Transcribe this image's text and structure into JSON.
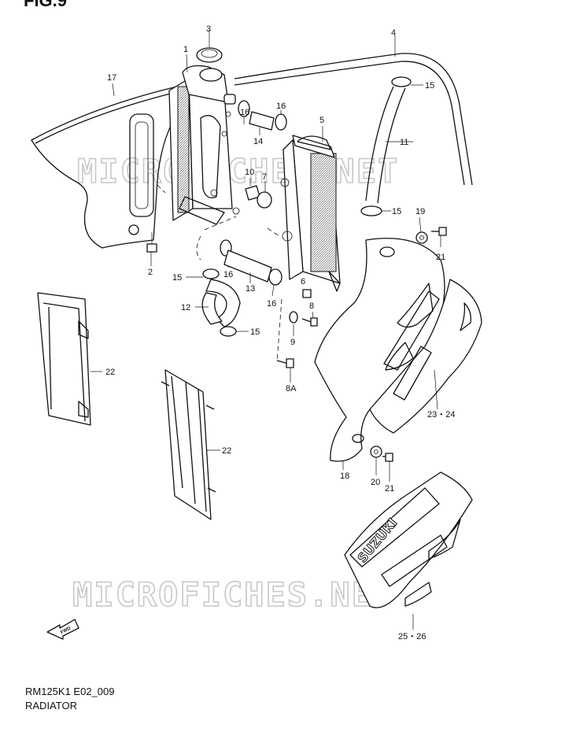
{
  "figure": {
    "title": "FIG.9",
    "code": "RM125K1 E02_009",
    "section": "RADIATOR"
  },
  "watermark": "MICROFICHES.NET",
  "direction_marker": "FWD",
  "decal_text": "SUZUKI",
  "callouts": [
    {
      "id": "c3",
      "label": "3"
    },
    {
      "id": "c1",
      "label": "1"
    },
    {
      "id": "c17",
      "label": "17"
    },
    {
      "id": "c4",
      "label": "4"
    },
    {
      "id": "c15a",
      "label": "15"
    },
    {
      "id": "c16a",
      "label": "16"
    },
    {
      "id": "c16b",
      "label": "16"
    },
    {
      "id": "c14",
      "label": "14"
    },
    {
      "id": "c5",
      "label": "5"
    },
    {
      "id": "c11",
      "label": "11"
    },
    {
      "id": "c10",
      "label": "10"
    },
    {
      "id": "c7",
      "label": "7"
    },
    {
      "id": "c15b",
      "label": "15"
    },
    {
      "id": "c19",
      "label": "19"
    },
    {
      "id": "c21a",
      "label": "21"
    },
    {
      "id": "c2",
      "label": "2"
    },
    {
      "id": "c15c",
      "label": "15"
    },
    {
      "id": "c16c",
      "label": "16"
    },
    {
      "id": "c13",
      "label": "13"
    },
    {
      "id": "c6",
      "label": "6"
    },
    {
      "id": "c8",
      "label": "8"
    },
    {
      "id": "c16d",
      "label": "16"
    },
    {
      "id": "c12",
      "label": "12"
    },
    {
      "id": "c15d",
      "label": "15"
    },
    {
      "id": "c9",
      "label": "9"
    },
    {
      "id": "c22a",
      "label": "22"
    },
    {
      "id": "c8a",
      "label": "8A"
    },
    {
      "id": "c2324",
      "label": "23・24"
    },
    {
      "id": "c22b",
      "label": "22"
    },
    {
      "id": "c18",
      "label": "18"
    },
    {
      "id": "c20",
      "label": "20"
    },
    {
      "id": "c21b",
      "label": "21"
    },
    {
      "id": "c2526",
      "label": "25・26"
    }
  ]
}
